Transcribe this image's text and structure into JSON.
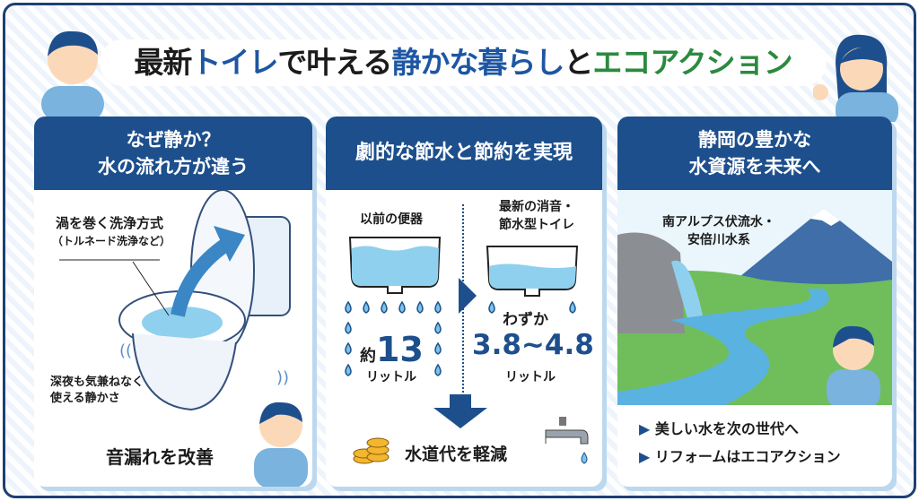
{
  "title": {
    "part1": "最新",
    "part2": "トイレ",
    "part3": "で叶える",
    "part4": "静かな暮らし",
    "part5": "と",
    "part6": "エコアクション"
  },
  "panel1": {
    "heading_line1": "なぜ静か？",
    "heading_line2": "水の流れ方が違う",
    "callout_line1": "渦を巻く洗浄方式",
    "callout_line2": "（トルネード洗浄など）",
    "night_line1": "深夜も気兼ねなく",
    "night_line2": "使える静かさ",
    "footer": "音漏れを改善"
  },
  "panel2": {
    "heading": "劇的な節水と節約を実現",
    "old_label": "以前の便器",
    "new_label_line1": "最新の消音・",
    "new_label_line2": "節水型トイレ",
    "old_prefix": "約",
    "old_value": "13",
    "unit": "リットル",
    "new_prefix": "わずか",
    "new_value": "3.8~4.8",
    "footer": "水道代を軽減"
  },
  "panel3": {
    "heading_line1": "静岡の豊かな",
    "heading_line2": "水資源を未来へ",
    "source_line1": "南アルプス伏流水・",
    "source_line2": "安倍川水系",
    "bullets": [
      "美しい水を次の世代へ",
      "リフォームはエコアクション"
    ]
  },
  "colors": {
    "navy": "#1d4f8c",
    "water": "#7cc3e6",
    "green": "#2b8a3e"
  }
}
